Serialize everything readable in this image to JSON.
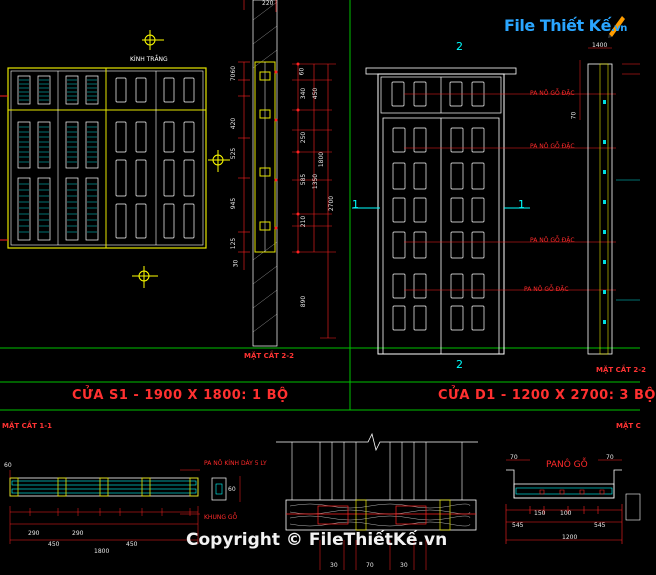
{
  "labels": {
    "kinh_trang": "KÍNH TRẮNG",
    "mat_cat_22_left": "MẶT CẮT 2-2",
    "mat_cat_22_right": "MẶT CẮT 2-2",
    "mat_cat_11": "MẶT CẮT 1-1",
    "mat_cat_right": "MẶT C",
    "pano_go": "PANÔ GỖ",
    "pano_go_dac": "PA NÔ GỖ ĐẶC",
    "pano_kinh": "PA NÔ KÍNH DÀY 5 LY",
    "khung_go": "KHUNG GỖ",
    "sec_2_top": "2",
    "sec_2_bottom": "2",
    "sec_1_left": "1",
    "sec_1_right": "1"
  },
  "captions": {
    "window": "CỬA S1 - 1900 X 1800: 1 BỘ",
    "door": "CỬA D1 - 1200 X 2700: 3 BỘ"
  },
  "dims": {
    "top_220": "220",
    "d_7060": "7060",
    "d_420": "420",
    "d_525": "525",
    "d_945": "945",
    "d_125": "125",
    "d_30": "30",
    "d_60a": "60",
    "d_340": "340",
    "d_450": "450",
    "d_250": "250",
    "d_585": "585",
    "d_1350": "1350",
    "d_1800v": "1800",
    "d_2700": "2700",
    "d_890": "890",
    "d_210": "210",
    "d_1400": "1400",
    "d_70": "70",
    "b_60": "60",
    "b_290a": "290",
    "b_450a": "450",
    "b_290b": "290",
    "b_450b": "450",
    "b_1800": "1800",
    "b_60b": "60",
    "r_70a": "70",
    "r_70b": "70",
    "r_1200": "1200",
    "r_545a": "545",
    "r_545b": "545",
    "r_150": "150",
    "r_100": "100",
    "c_30a": "30",
    "c_70": "70",
    "c_30b": "30"
  },
  "logo": {
    "text": "File Thiết Kế",
    "suffix": ".vn"
  },
  "copyright": "Copyright © FileThiếtKế.vn",
  "colors": {
    "background": "#000000",
    "frame_yellow": "#e6e600",
    "line_white": "#ffffff",
    "dim_red": "#ff2020",
    "caption_red": "#ff3030",
    "cyan": "#00ffff",
    "green": "#00c000",
    "logo_blue": "#2aa6ff"
  }
}
